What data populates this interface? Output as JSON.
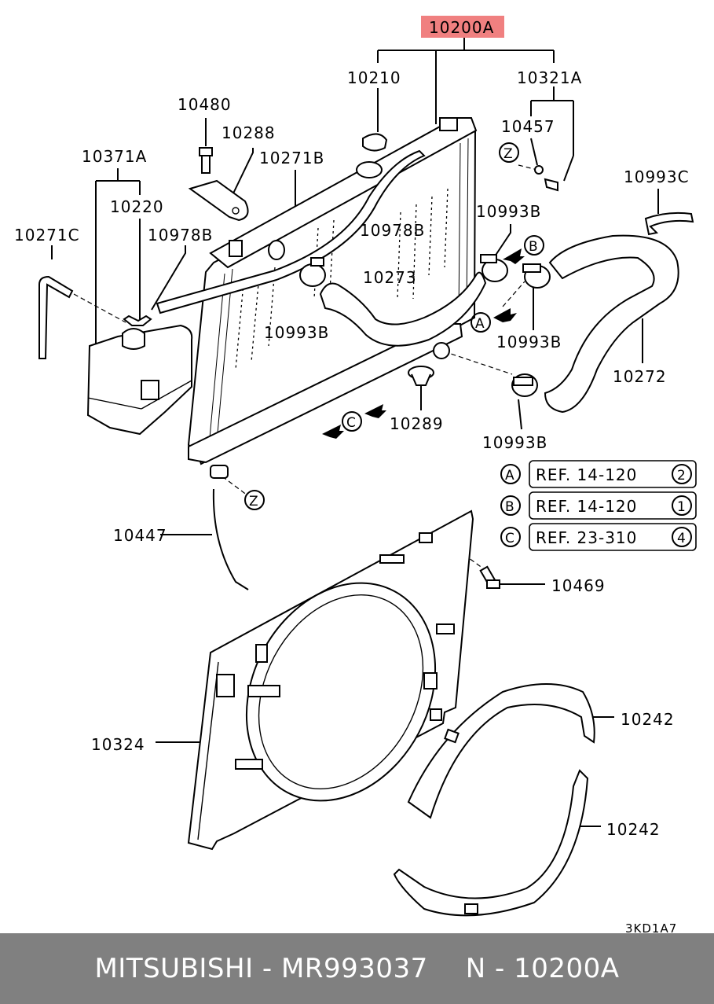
{
  "highlight_color": "#f08080",
  "footer_bg": "#808080",
  "labels": {
    "p10200A": "10200A",
    "p10210": "10210",
    "p10321A": "10321A",
    "p10480": "10480",
    "p10288": "10288",
    "p10457": "10457",
    "p10371A": "10371A",
    "p10271B": "10271B",
    "p10220": "10220",
    "p10993C": "10993C",
    "p10978B_top": "10978B",
    "p10271C": "10271C",
    "p10978B_left": "10978B",
    "p10993B_a": "10993B",
    "p10273": "10273",
    "p10993B_b": "10993B",
    "p10993B_c": "10993B",
    "p10272": "10272",
    "p10289": "10289",
    "p10993B_d": "10993B",
    "p10447": "10447",
    "p10469": "10469",
    "p10324": "10324",
    "p10242_a": "10242",
    "p10242_b": "10242",
    "code": "3KD1A7"
  },
  "markers": {
    "z1": "Z",
    "z2": "Z",
    "b": "B",
    "a": "A",
    "c": "C"
  },
  "refs": [
    {
      "marker": "A",
      "text": "REF. 14-120",
      "num": "2"
    },
    {
      "marker": "B",
      "text": "REF. 14-120",
      "num": "1"
    },
    {
      "marker": "C",
      "text": "REF. 23-310",
      "num": "4"
    }
  ],
  "footer": {
    "brand": "MITSUBISHI",
    "sep1": "-",
    "part_number": "MR993037",
    "n_label": "N",
    "sep2": "-",
    "ref_number": "10200A"
  }
}
